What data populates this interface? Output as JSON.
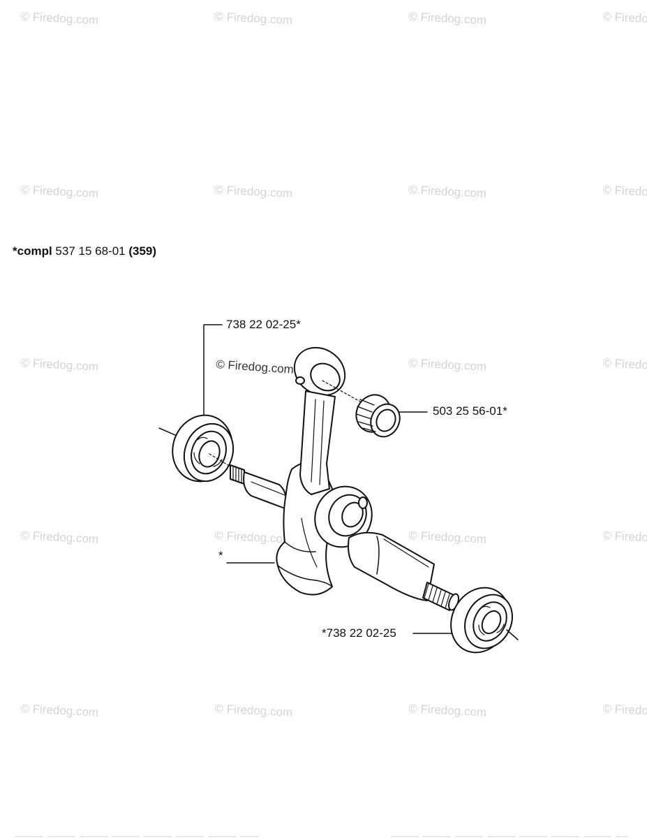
{
  "watermark": "© Firedog.com",
  "title": {
    "prefix": "*compl",
    "part_number": "537 15 68-01",
    "ref": "(359)"
  },
  "callouts": {
    "bearing_top": "738 22 02-25*",
    "needle_bearing": "503 25 56-01*",
    "crankshaft": "*",
    "bearing_bottom": "*738 22 02-25"
  },
  "diagram_watermark": "© Firedog.com"
}
